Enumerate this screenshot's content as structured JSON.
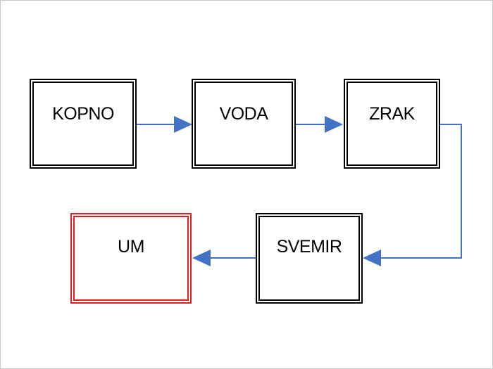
{
  "diagram": {
    "nodes": [
      {
        "id": "kopno",
        "label": "KOPNO"
      },
      {
        "id": "voda",
        "label": "VODA"
      },
      {
        "id": "zrak",
        "label": "ZRAK"
      },
      {
        "id": "svemir",
        "label": "SVEMIR"
      },
      {
        "id": "um",
        "label": "UM"
      }
    ],
    "edges": [
      {
        "from": "kopno",
        "to": "voda"
      },
      {
        "from": "voda",
        "to": "zrak"
      },
      {
        "from": "zrak",
        "to": "svemir"
      },
      {
        "from": "svemir",
        "to": "um"
      }
    ],
    "colors": {
      "box_border": "#000000",
      "highlight_border": "#e81c1c",
      "arrow": "#4472c4"
    }
  }
}
